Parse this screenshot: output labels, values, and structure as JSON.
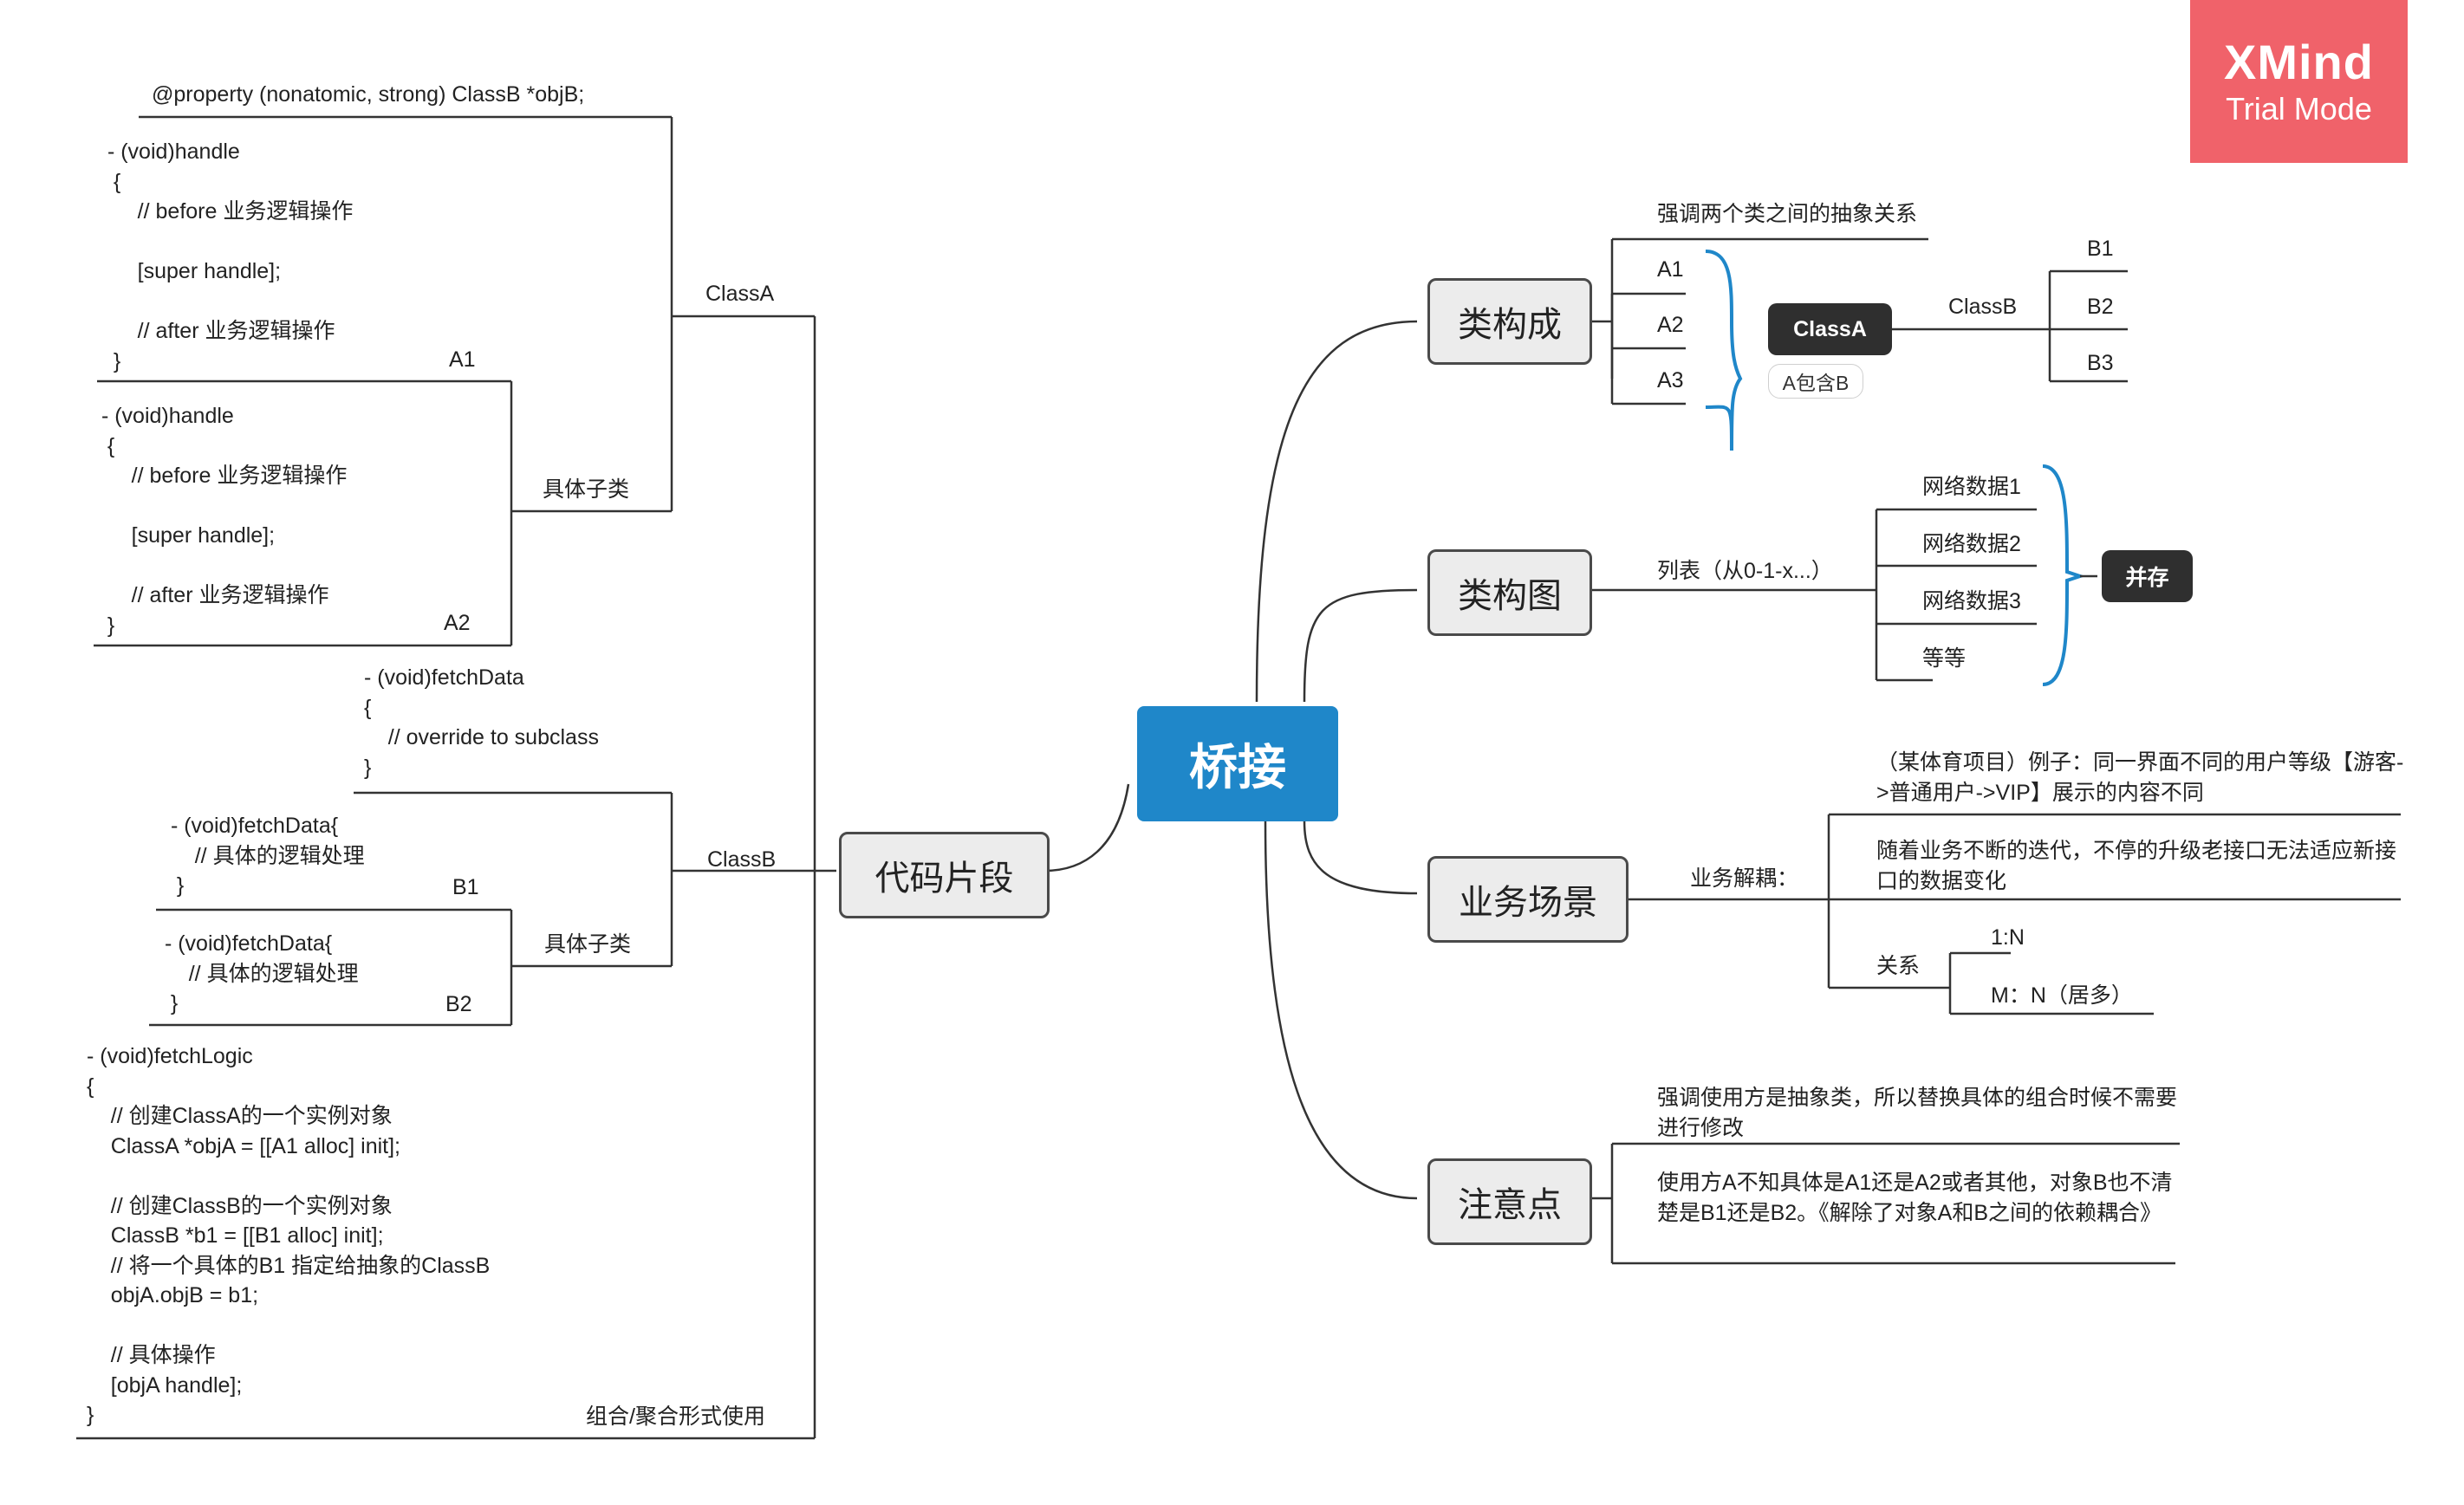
{
  "watermark": {
    "brand": "XMind",
    "mode": "Trial Mode"
  },
  "central": "桥接",
  "right": {
    "class_composition": {
      "title": "类构成",
      "note": "强调两个类之间的抽象关系",
      "a_items": [
        "A1",
        "A2",
        "A3"
      ],
      "classA": "ClassA",
      "classA_tag": "A包含B",
      "classB": "ClassB",
      "b_items": [
        "B1",
        "B2",
        "B3"
      ]
    },
    "class_diagram": {
      "title": "类构图",
      "list_label": "列表（从0-1-x...）",
      "items": [
        "网络数据1",
        "网络数据2",
        "网络数据3",
        "等等"
      ],
      "summary": "并存"
    },
    "business": {
      "title": "业务场景",
      "label": "业务解耦：",
      "example": "（某体育项目）例子：同一界面不同的用户等级【游客->普通用户->VIP】展示的内容不同",
      "iteration": "随着业务不断的迭代，不停的升级老接口无法适应新接口的数据变化",
      "relation": "关系",
      "relation_items": [
        "1:N",
        "M：N（居多）"
      ]
    },
    "notes": {
      "title": "注意点",
      "note1": "强调使用方是抽象类，所以替换具体的组合时候不需要进行修改",
      "note2": "使用方A不知具体是A1还是A2或者其他，对象B也不清楚是B1还是B2。《解除了对象A和B之间的依赖耦合》"
    }
  },
  "left": {
    "title": "代码片段",
    "classA": {
      "label": "ClassA",
      "property": "@property (nonatomic, strong) ClassB *objB;",
      "subclass_label": "具体子类",
      "a1_code": [
        " - (void)handle",
        "  {",
        "      // before 业务逻辑操作",
        "",
        "      [super handle];",
        "",
        "      // after 业务逻辑操作",
        "  }"
      ],
      "a1_label": "A1",
      "a2_code": [
        " - (void)handle",
        "  {",
        "      // before 业务逻辑操作",
        "",
        "      [super handle];",
        "",
        "      // after 业务逻辑操作",
        "  }"
      ],
      "a2_label": "A2"
    },
    "classB": {
      "label": "ClassB",
      "fetch_code": [
        "- (void)fetchData",
        "{",
        "    // override to subclass",
        "}"
      ],
      "subclass_label": "具体子类",
      "b1_code": [
        " - (void)fetchData{",
        "     // 具体的逻辑处理",
        "  }"
      ],
      "b1_label": "B1",
      "b2_code": [
        " - (void)fetchData{",
        "     // 具体的逻辑处理",
        "  }"
      ],
      "b2_label": "B2"
    },
    "usage": {
      "label": "组合/聚合形式使用",
      "code": [
        "- (void)fetchLogic",
        "{",
        "    // 创建ClassA的一个实例对象",
        "    ClassA *objA = [[A1 alloc] init];",
        "",
        "    // 创建ClassB的一个实例对象",
        "    ClassB *b1 = [[B1 alloc] init];",
        "    // 将一个具体的B1 指定给抽象的ClassB",
        "    objA.objB = b1;",
        "",
        "    // 具体操作",
        "    [objA handle];",
        "}"
      ]
    }
  }
}
